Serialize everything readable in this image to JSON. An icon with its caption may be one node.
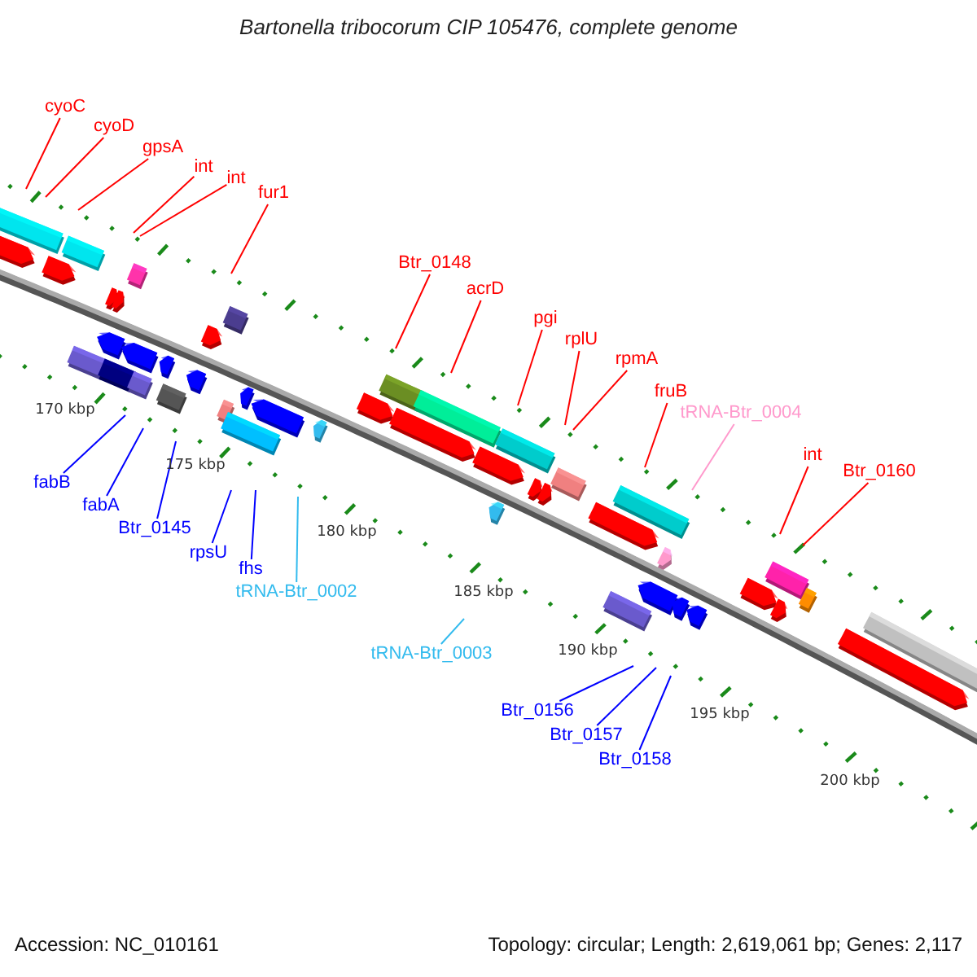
{
  "diagram": {
    "title": "Bartonella tribocorum CIP 105476, complete genome",
    "nodes": [
      {
        "text": [
          "cyoC"
        ]
      },
      {
        "text": [
          "cyoD"
        ]
      },
      {
        "text": [
          "gpsA"
        ]
      },
      {
        "text": [
          "int"
        ]
      },
      {
        "text": [
          "int"
        ]
      },
      {
        "text": [
          "fur1"
        ]
      },
      {
        "text": [
          "Btr_0148"
        ]
      },
      {
        "text": [
          "acrD"
        ]
      },
      {
        "text": [
          "pgi"
        ]
      },
      {
        "text": [
          "rplU"
        ]
      },
      {
        "text": [
          "rpmA"
        ]
      },
      {
        "text": [
          "fruB"
        ]
      },
      {
        "text": [
          "tRNA-Btr_0004"
        ]
      },
      {
        "text": [
          "int"
        ]
      },
      {
        "text": [
          "Btr_0160"
        ]
      },
      {
        "text": [
          "fabB"
        ]
      },
      {
        "text": [
          "fabA"
        ]
      },
      {
        "text": [
          "Btr_0145"
        ]
      },
      {
        "text": [
          "rpsU"
        ]
      },
      {
        "text": [
          "fhs"
        ]
      },
      {
        "text": [
          "tRNA-Btr_0002"
        ]
      },
      {
        "text": [
          "tRNA-Btr_0003"
        ]
      },
      {
        "text": [
          "Btr_0156"
        ]
      },
      {
        "text": [
          "Btr_0157"
        ]
      },
      {
        "text": [
          "Btr_0158"
        ]
      }
    ],
    "edges": [
      {
        "from": 0,
        "to": null,
        "arrow": "none"
      },
      {
        "from": 1,
        "to": null,
        "arrow": "none"
      },
      {
        "from": 2,
        "to": null,
        "arrow": "none"
      },
      {
        "from": 3,
        "to": null,
        "arrow": "none"
      },
      {
        "from": 4,
        "to": null,
        "arrow": "none"
      },
      {
        "from": 5,
        "to": null,
        "arrow": "none"
      },
      {
        "from": 6,
        "to": null,
        "arrow": "none"
      },
      {
        "from": 7,
        "to": null,
        "arrow": "none"
      },
      {
        "from": 8,
        "to": null,
        "arrow": "none"
      },
      {
        "from": 9,
        "to": null,
        "arrow": "none"
      },
      {
        "from": 10,
        "to": null,
        "arrow": "none"
      },
      {
        "from": 11,
        "to": null,
        "arrow": "none"
      },
      {
        "from": 12,
        "to": null,
        "arrow": "none",
        "color": "#ff99cc"
      },
      {
        "from": 13,
        "to": null,
        "arrow": "none"
      },
      {
        "from": 14,
        "to": null,
        "arrow": "none"
      },
      {
        "from": 15,
        "to": null,
        "arrow": "none",
        "color": "#0000ff"
      },
      {
        "from": 16,
        "to": null,
        "arrow": "none",
        "color": "#0000ff"
      },
      {
        "from": 17,
        "to": null,
        "arrow": "none",
        "color": "#0000ff"
      },
      {
        "from": 18,
        "to": null,
        "arrow": "none",
        "color": "#0000ff"
      },
      {
        "from": 19,
        "to": null,
        "arrow": "none",
        "color": "#0000ff"
      },
      {
        "from": 20,
        "to": null,
        "arrow": "none",
        "color": "#33bbee"
      },
      {
        "from": 21,
        "to": null,
        "arrow": "none",
        "color": "#33bbee"
      },
      {
        "from": 22,
        "to": null,
        "arrow": "none",
        "color": "#0000ff"
      },
      {
        "from": 23,
        "to": null,
        "arrow": "none",
        "color": "#0000ff"
      },
      {
        "from": 24,
        "to": null,
        "arrow": "none",
        "color": "#0000ff"
      }
    ],
    "labels": [
      "170 kbp",
      "175 kbp",
      "180 kbp",
      "185 kbp",
      "190 kbp",
      "195 kbp",
      "200 kbp",
      "Accession: NC_010161",
      "Topology: circular; Length: 2,619,061 bp; Genes: 2,117"
    ]
  }
}
